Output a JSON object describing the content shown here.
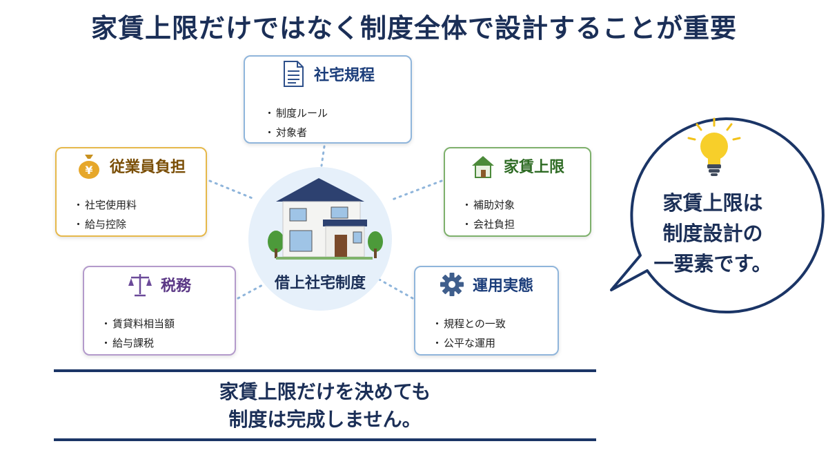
{
  "title": "家賃上限だけではなく制度全体で設計することが重要",
  "center": {
    "label": "借上社宅制度"
  },
  "cards": {
    "shataku": {
      "title": "社宅規程",
      "items": [
        "制度ルール",
        "対象者"
      ]
    },
    "employee": {
      "title": "従業員負担",
      "items": [
        "社宅使用料",
        "給与控除"
      ]
    },
    "cap": {
      "title": "家賃上限",
      "items": [
        "補助対象",
        "会社負担"
      ]
    },
    "tax": {
      "title": "税務",
      "items": [
        "賃貸料相当額",
        "給与課税"
      ]
    },
    "ops": {
      "title": "運用実態",
      "items": [
        "規程との一致",
        "公平な運用"
      ]
    }
  },
  "bubble": {
    "lines": [
      "家賃上限は",
      "制度設計の",
      "一要素です。"
    ]
  },
  "bottom": {
    "lines": [
      "家賃上限だけを決めても",
      "制度は完成しません。"
    ]
  },
  "icons": {
    "shataku": "document-icon",
    "employee": "money-bag-icon",
    "cap": "house-icon",
    "tax": "scales-icon",
    "ops": "gear-icon",
    "bubble": "lightbulb-icon"
  },
  "colors": {
    "navy": "#1b2f57",
    "blue_border": "#8fb5db",
    "gold_border": "#e6b84a",
    "green_border": "#7db06b",
    "purple_border": "#b39acb"
  }
}
